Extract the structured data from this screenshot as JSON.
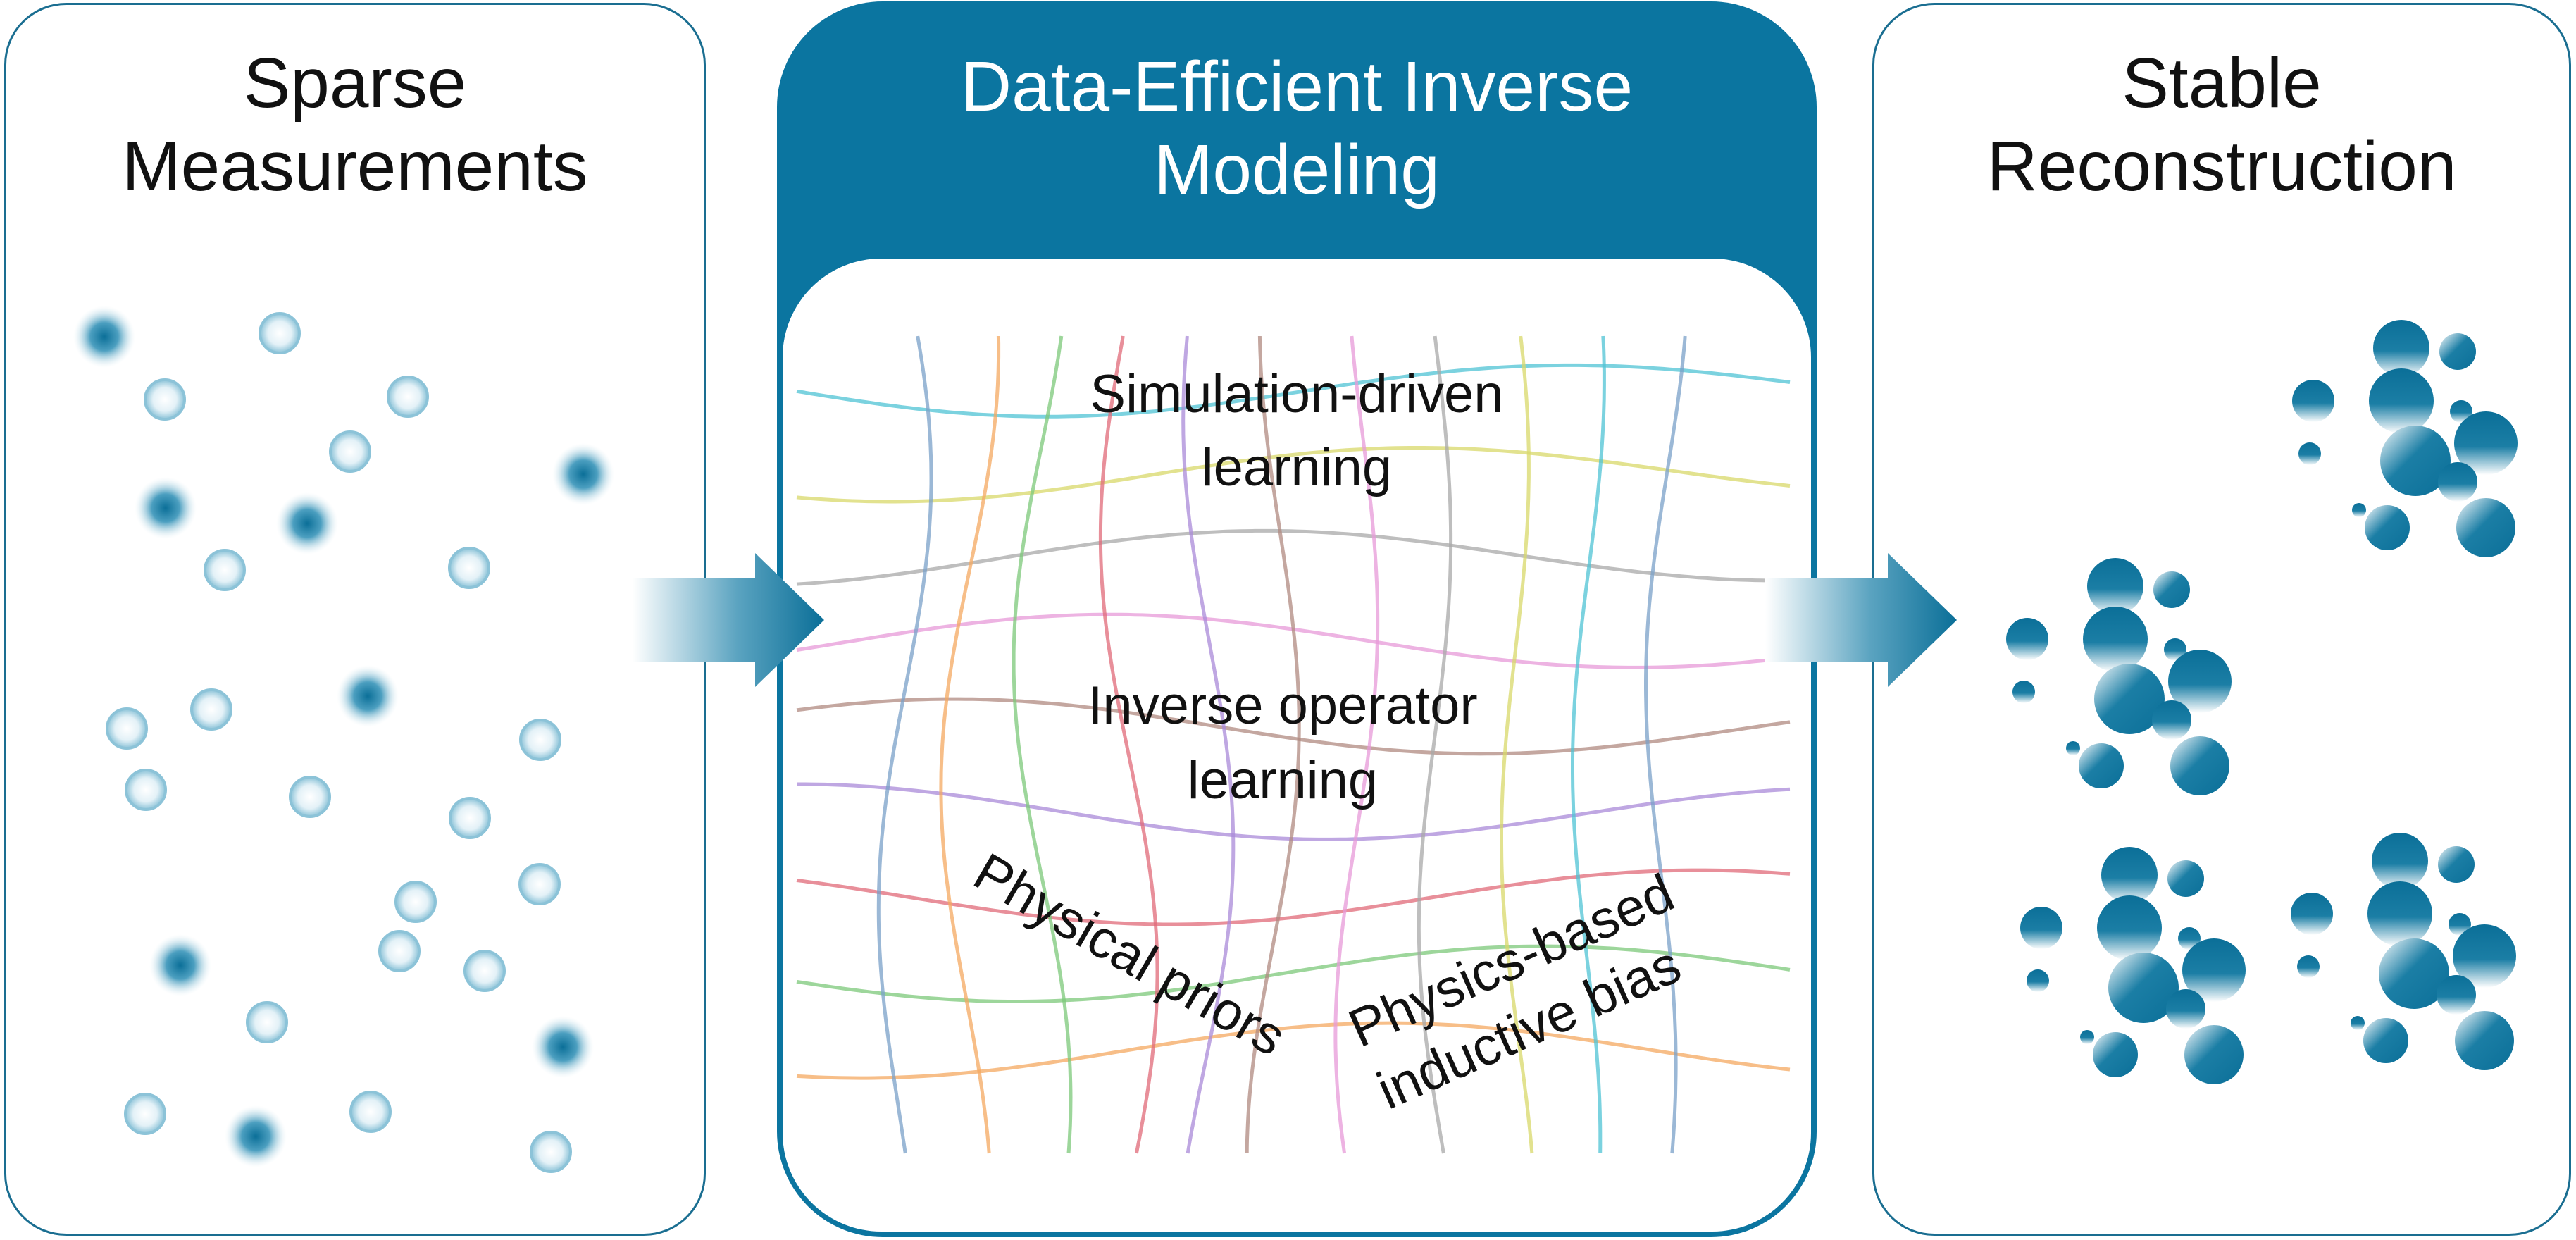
{
  "panels": {
    "left": {
      "title": "Sparse\nMeasurements"
    },
    "center": {
      "title": "Data-Efficient Inverse\nModeling"
    },
    "right": {
      "title": "Stable\nReconstruction"
    }
  },
  "center_labels": {
    "simulation_line1": "Simulation-driven",
    "simulation_line2": "learning",
    "inverse_line1": "Inverse operator",
    "inverse_line2": "learning",
    "priors": "Physical priors",
    "bias_line1": "Physics-based",
    "bias_line2": "inductive bias"
  },
  "colors": {
    "accent": "#0b75a0",
    "border": "#1a6e91",
    "grid_lines": [
      "#4fc3d4",
      "#d8d86a",
      "#a8a8a8",
      "#e79ad8",
      "#b08a80",
      "#a98ad8",
      "#e06a78",
      "#7cc87a",
      "#f4a860",
      "#7aa0c8"
    ]
  }
}
